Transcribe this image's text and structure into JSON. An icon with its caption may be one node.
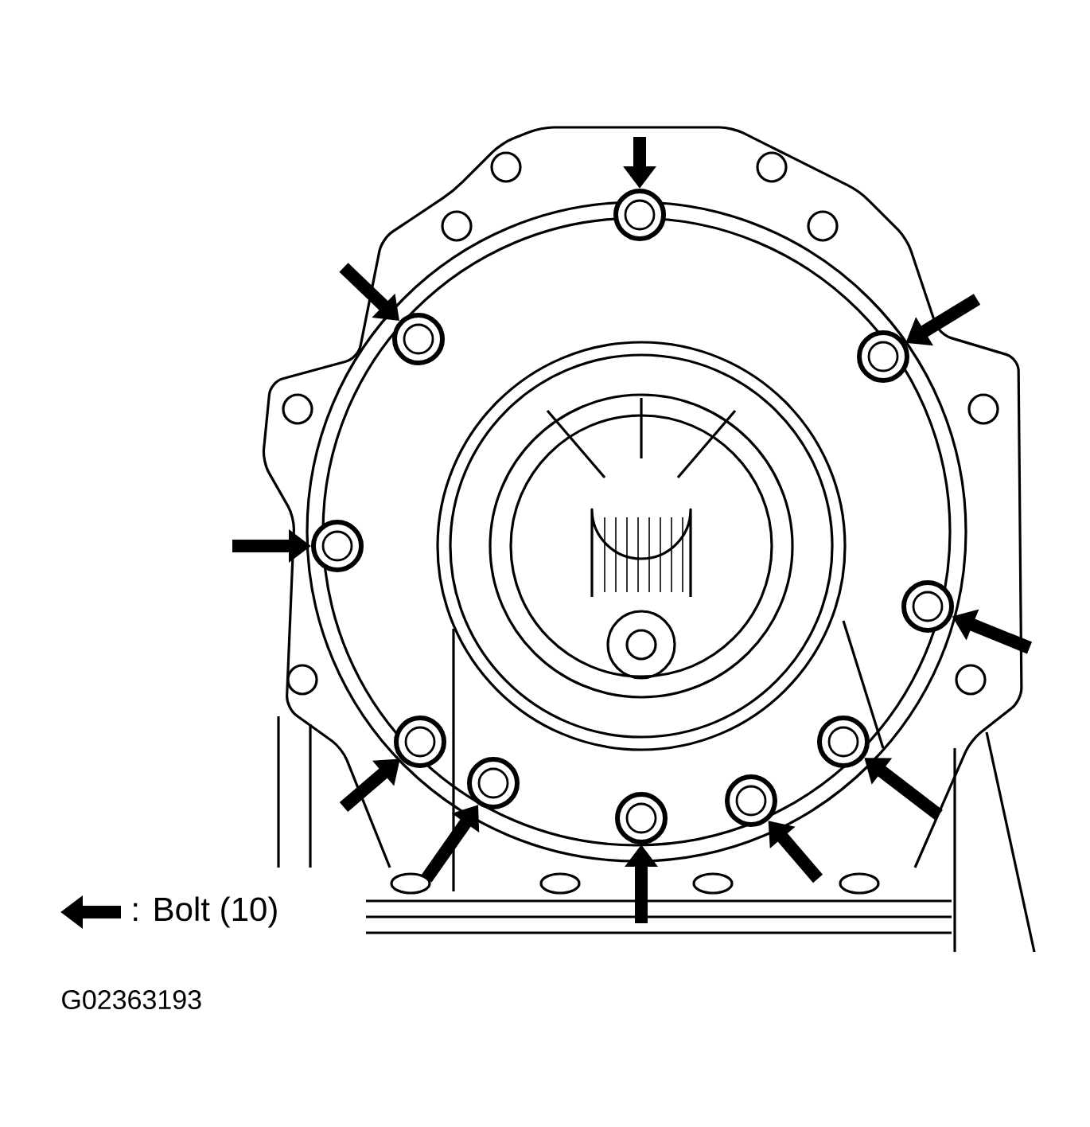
{
  "diagram": {
    "nodes": [
      {
        "text": [],
        "shape": "circle"
      },
      {
        "text": [],
        "shape": "circle"
      },
      {
        "text": [],
        "shape": "circle"
      },
      {
        "text": [],
        "shape": "circle"
      },
      {
        "text": [],
        "shape": "circle"
      },
      {
        "text": [],
        "shape": "circle"
      },
      {
        "text": [],
        "shape": "circle"
      },
      {
        "text": [],
        "shape": "circle"
      },
      {
        "text": [],
        "shape": "circle"
      },
      {
        "text": [],
        "shape": "circle"
      }
    ],
    "edges": [
      {
        "from": null,
        "to": 0,
        "arrow": "to"
      },
      {
        "from": null,
        "to": 1,
        "arrow": "to"
      },
      {
        "from": null,
        "to": 2,
        "arrow": "to"
      },
      {
        "from": null,
        "to": 3,
        "arrow": "to"
      },
      {
        "from": null,
        "to": 4,
        "arrow": "to"
      },
      {
        "from": null,
        "to": 5,
        "arrow": "to"
      },
      {
        "from": null,
        "to": 6,
        "arrow": "to"
      },
      {
        "from": null,
        "to": 7,
        "arrow": "to"
      },
      {
        "from": null,
        "to": 8,
        "arrow": "to"
      },
      {
        "from": null,
        "to": 9,
        "arrow": "to"
      }
    ],
    "labels": [
      "G02363193"
    ],
    "legend": [
      {
        "text": ": Bolt (10)"
      }
    ]
  }
}
